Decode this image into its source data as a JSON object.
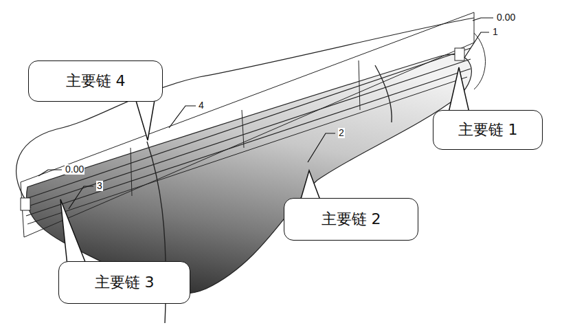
{
  "diagram": {
    "nodes": [
      {
        "text": [
          "主要链 4"
        ]
      },
      {
        "text": [
          "主要链 1"
        ]
      },
      {
        "text": [
          "主要链 2"
        ]
      },
      {
        "text": [
          "主要链 3"
        ]
      }
    ],
    "labels": [
      "0.00",
      "1",
      "4",
      "2",
      "0.00",
      "3"
    ]
  }
}
